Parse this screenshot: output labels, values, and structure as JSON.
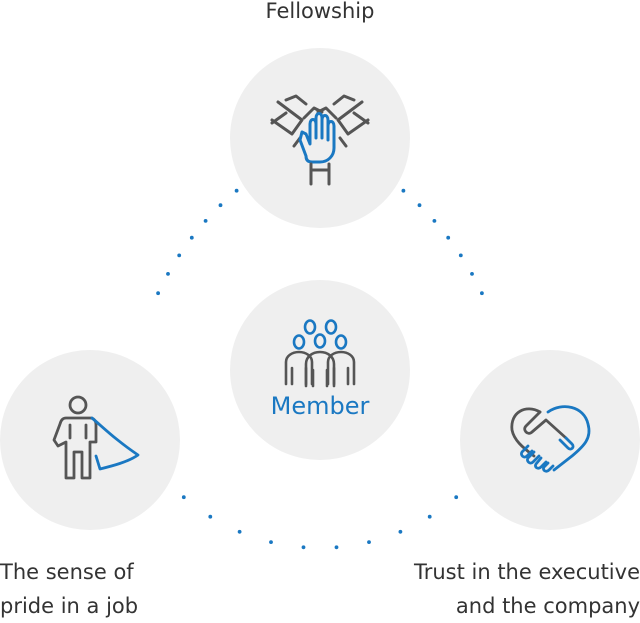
{
  "center": {
    "label": "Member"
  },
  "nodes": {
    "top": {
      "label": "Fellowship",
      "icon": "stacked-hands-icon"
    },
    "left": {
      "label_lines": [
        "The sense of",
        "pride in a job"
      ],
      "icon": "hero-cape-icon"
    },
    "right": {
      "label_lines": [
        "Trust in the executive",
        "and the company"
      ],
      "icon": "handshake-heart-icon"
    }
  },
  "colors": {
    "circle": "#efefef",
    "accent": "#1a78c2",
    "icon_dark": "#555555",
    "text": "#333333",
    "dots": "#1a78c2"
  }
}
